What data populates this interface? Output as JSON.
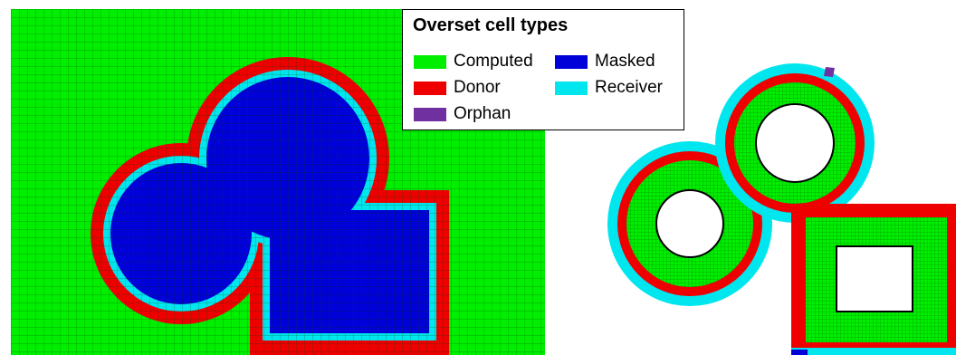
{
  "legend": {
    "title": "Overset cell types",
    "items": [
      {
        "key": "computed",
        "label": "Computed",
        "color": "#00ee00"
      },
      {
        "key": "masked",
        "label": "Masked",
        "color": "#0000d8"
      },
      {
        "key": "donor",
        "label": "Donor",
        "color": "#ee0000"
      },
      {
        "key": "receiver",
        "label": "Receiver",
        "color": "#00e6ee"
      },
      {
        "key": "orphan",
        "label": "Orphan",
        "color": "#7030a0"
      }
    ]
  },
  "colors": {
    "computed": "#00ee00",
    "masked": "#0000d8",
    "donor": "#ee0000",
    "receiver": "#00e6ee",
    "orphan": "#7030a0",
    "hole": "#ffffff",
    "grid_line": "#004400"
  }
}
